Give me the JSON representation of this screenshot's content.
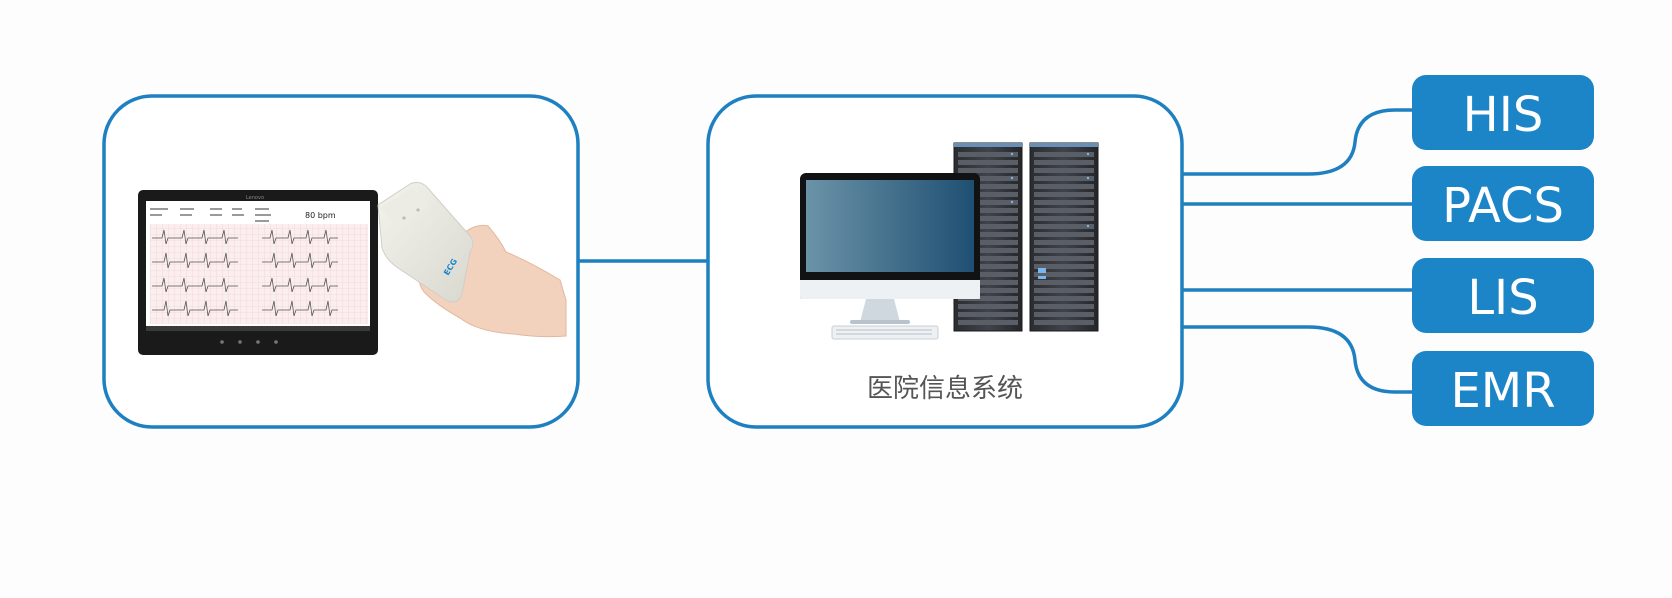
{
  "caption": "医院信息系统",
  "tablet": {
    "brand": "Lenovo",
    "heart_rate": "80 bpm"
  },
  "ecg_device_brand": "ECG",
  "systems": [
    "HIS",
    "PACS",
    "LIS",
    "EMR"
  ],
  "colors": {
    "line": "#1e80c1",
    "box_fill": "#1b85c7",
    "box_text": "#ffffff",
    "caption_text": "#555555",
    "background": "#fdfdfd"
  },
  "icons": {
    "tablet": "ecg-tablet-icon",
    "ecg_device": "ecg-device-icon",
    "hand": "hand-icon",
    "monitor": "desktop-monitor-icon",
    "keyboard": "keyboard-icon",
    "servers": "server-rack-icon"
  }
}
